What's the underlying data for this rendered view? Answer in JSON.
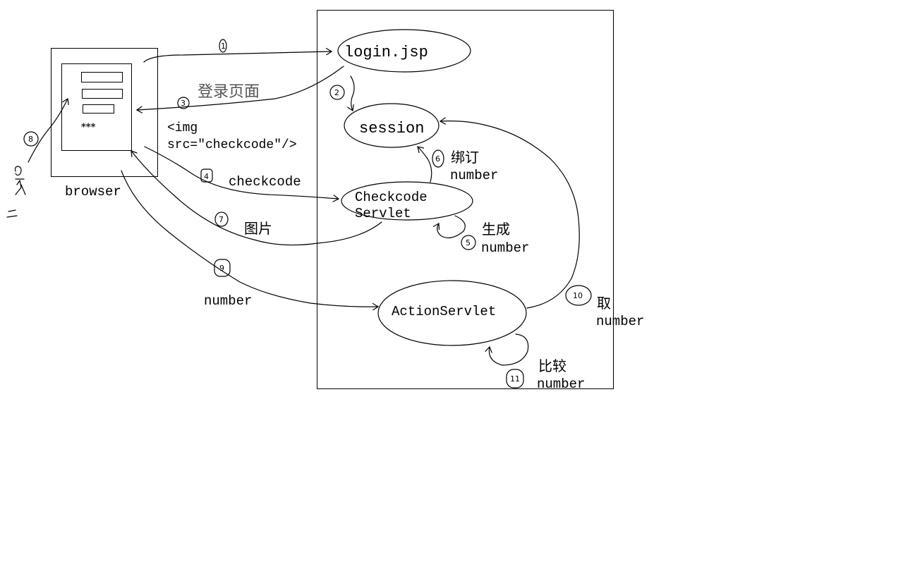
{
  "diagram": {
    "nodes": {
      "browser": "browser",
      "login": "login.jsp",
      "session": "session",
      "checkcode_line1": "Checkcode",
      "checkcode_line2": "Servlet",
      "action": "ActionServlet"
    },
    "edges": {
      "e1": {
        "step": "1",
        "label": ""
      },
      "e2": {
        "step": "2",
        "label": ""
      },
      "e3": {
        "step": "3",
        "label": "登录页面",
        "label2_line1": "<img",
        "label2_line2": "src=\"checkcode\"/>"
      },
      "e4": {
        "step": "4",
        "label": "checkcode"
      },
      "e5": {
        "step": "5",
        "label_line1": "生成",
        "label_line2": "number"
      },
      "e6": {
        "step": "6",
        "label_line1": "绑订",
        "label_line2": "number"
      },
      "e7": {
        "step": "7",
        "label": "图片"
      },
      "e8": {
        "step": "8",
        "label": ""
      },
      "e9": {
        "step": "9",
        "label": "number"
      },
      "e10": {
        "step": "10",
        "label_line1": "取",
        "label_line2": "number"
      },
      "e11": {
        "step": "11",
        "label_line1": "比较",
        "label_line2": "number"
      }
    },
    "browser_screen": {
      "dots": "***"
    }
  }
}
